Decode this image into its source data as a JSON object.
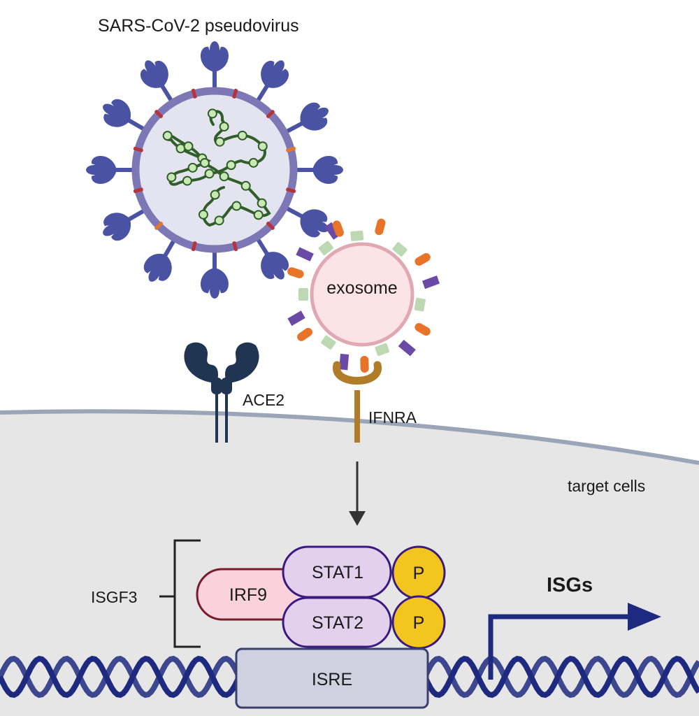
{
  "labels": {
    "virus_title": "SARS-CoV-2 pseudovirus",
    "exosome": "exosome",
    "ace2": "ACE2",
    "ifnra": "IFNRA",
    "target_cells": "target cells",
    "isgf3": "ISGF3",
    "irf9": "IRF9",
    "stat1": "STAT1",
    "stat2": "STAT2",
    "phospho_1": "P",
    "phospho_2": "P",
    "isre": "ISRE",
    "isgs": "ISGs"
  },
  "colors": {
    "cell_fill": "#e6e6e6",
    "membrane": "#9aa6b8",
    "spike": "#4a52a4",
    "virus_envelope": "#7d78b5",
    "virus_interior": "#e4e4f0",
    "rna_strand": "#2f5e28",
    "rna_bead": "#c8e8b4",
    "exosome_fill": "#fce4e6",
    "exosome_outline": "#e0a8b0",
    "exo_green": "#bcd9b4",
    "exo_orange": "#e8742a",
    "exo_purple": "#6a4aa6",
    "ace2": "#1f3552",
    "ifnra": "#b07c28",
    "irf9_fill": "#f9d2dc",
    "irf9_outline": "#7a1a2a",
    "stat_fill": "#e2d0ec",
    "stat_outline": "#3a1a80",
    "phospho_fill": "#f3c51f",
    "isre_fill": "#cfd0e0",
    "isre_outline": "#3b3f6e",
    "dna": "#1d2a80",
    "isg_arrow": "#1d2a80"
  }
}
